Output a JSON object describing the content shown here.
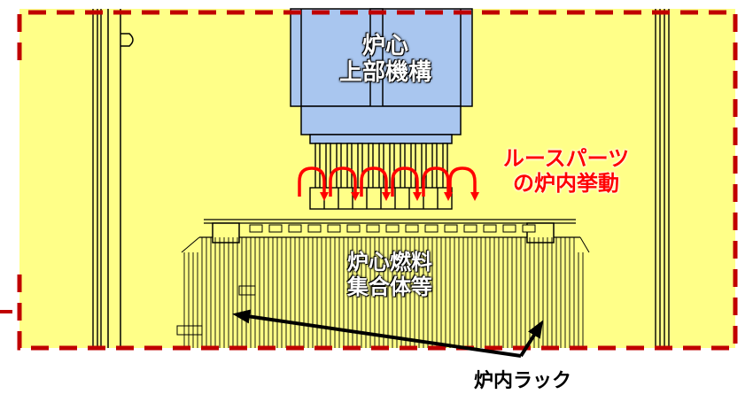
{
  "labels": {
    "core_upper_line1": "炉心",
    "core_upper_line2": "上部機構",
    "loose_parts_line1": "ルースパーツ",
    "loose_parts_line2": "の炉内挙動",
    "fuel_line1": "炉心燃料",
    "fuel_line2": "集合体等",
    "rack": "炉内ラック"
  },
  "colors": {
    "vessel_fill": "#ffff88",
    "upper_structure": "#a9c6ef",
    "dashed_border": "#c00000",
    "motion_arrows": "#ff0000",
    "pointer_arrows": "#000000"
  }
}
